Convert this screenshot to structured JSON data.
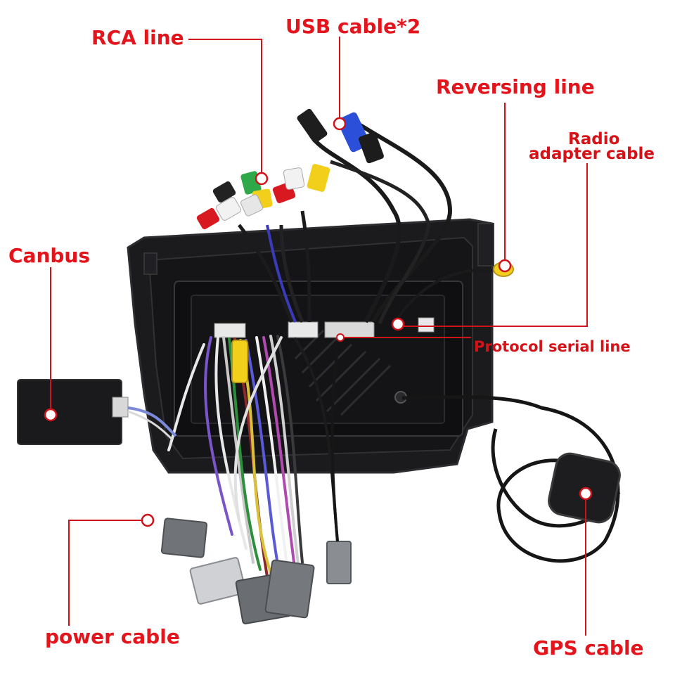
{
  "colors": {
    "label_red": "#e3141b",
    "leader_red": "#d0121a",
    "unit_body": "#1c1c1f",
    "screen_dark": "#0e0e10",
    "connector_gray": "#6c6f74",
    "connector_light": "#b9bcc0"
  },
  "labels": {
    "rca": "RCA line",
    "usb": "USB cable*2",
    "reversing": "Reversing line",
    "radio_line1": "Radio",
    "radio_line2": "adapter cable",
    "canbus": "Canbus",
    "protocol": "Protocol serial line",
    "power": "power cable",
    "gps": "GPS cable"
  }
}
